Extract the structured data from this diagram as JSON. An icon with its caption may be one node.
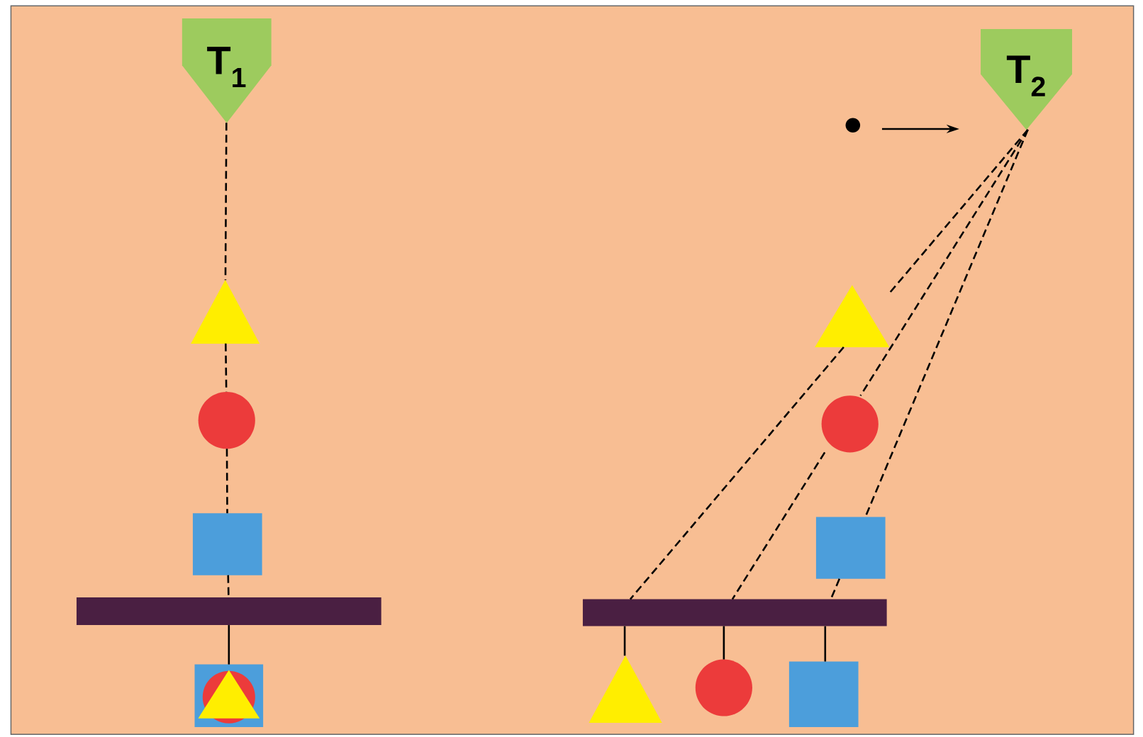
{
  "diagram": {
    "nodes": [
      {
        "text": [
          "T$_{1}$"
        ]
      },
      {
        "text": [],
        "shape": "triangle"
      },
      {
        "text": [],
        "shape": "circle"
      },
      {
        "text": [],
        "shape": "box"
      },
      {
        "text": [],
        "shape": "bar"
      },
      {
        "text": [],
        "shape": "box"
      },
      {
        "text": [
          "T$_{2}$"
        ]
      },
      {
        "text": [],
        "shape": "triangle"
      },
      {
        "text": [],
        "shape": "circle"
      },
      {
        "text": [],
        "shape": "box"
      },
      {
        "text": [],
        "shape": "bar"
      },
      {
        "text": [],
        "shape": "triangle"
      },
      {
        "text": [],
        "shape": "circle"
      },
      {
        "text": [],
        "shape": "box"
      }
    ],
    "edges": [
      {
        "from": 0,
        "to": 1,
        "arrow": "none",
        "style": "dashed"
      },
      {
        "from": 1,
        "to": 2,
        "arrow": "none",
        "style": "dashed"
      },
      {
        "from": 2,
        "to": 3,
        "arrow": "none",
        "style": "dashed"
      },
      {
        "from": 3,
        "to": 4,
        "arrow": "none",
        "style": "dashed"
      },
      {
        "from": 4,
        "to": 5,
        "arrow": "none"
      },
      {
        "from": 6,
        "to": 7,
        "arrow": "none",
        "style": "dashed"
      },
      {
        "from": 7,
        "to": 10,
        "arrow": "none",
        "style": "dashed"
      },
      {
        "from": 6,
        "to": 8,
        "arrow": "none",
        "style": "dashed"
      },
      {
        "from": 8,
        "to": 10,
        "arrow": "none",
        "style": "dashed"
      },
      {
        "from": 6,
        "to": 9,
        "arrow": "none",
        "style": "dashed"
      },
      {
        "from": 9,
        "to": 10,
        "arrow": "none",
        "style": "dashed"
      },
      {
        "from": 10,
        "to": 11,
        "arrow": "none"
      },
      {
        "from": 10,
        "to": 12,
        "arrow": "none"
      },
      {
        "from": 10,
        "to": 13,
        "arrow": "none"
      }
    ]
  }
}
